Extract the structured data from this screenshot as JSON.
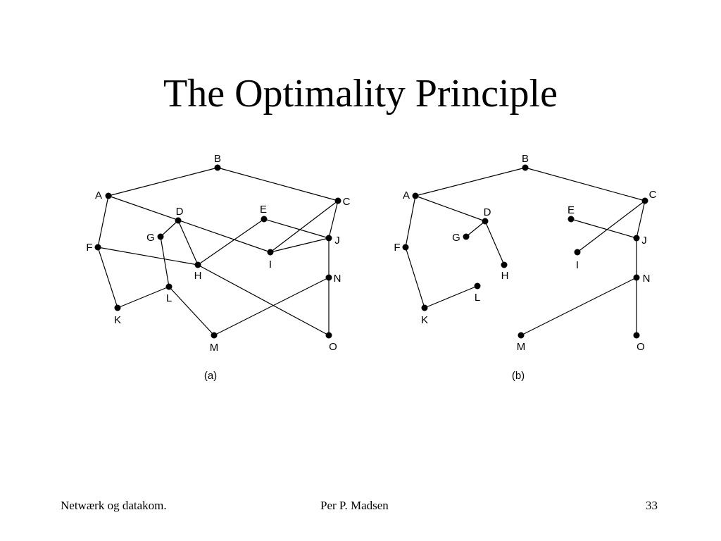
{
  "title": "The Optimality Principle",
  "footer": {
    "left": "Netwærk og datakom.",
    "center": "Per P. Madsen",
    "right": "33"
  },
  "colors": {
    "line": "#000000",
    "node": "#000000",
    "background": "#ffffff"
  },
  "figures": [
    {
      "id": "a",
      "caption": "(a)",
      "nodes": [
        "A",
        "B",
        "C",
        "D",
        "E",
        "F",
        "G",
        "H",
        "I",
        "J",
        "K",
        "L",
        "M",
        "N",
        "O"
      ],
      "edges": [
        [
          "A",
          "B"
        ],
        [
          "B",
          "C"
        ],
        [
          "A",
          "F"
        ],
        [
          "A",
          "I"
        ],
        [
          "D",
          "G"
        ],
        [
          "D",
          "H"
        ],
        [
          "F",
          "H"
        ],
        [
          "F",
          "K"
        ],
        [
          "G",
          "L"
        ],
        [
          "K",
          "L"
        ],
        [
          "L",
          "M"
        ],
        [
          "M",
          "N"
        ],
        [
          "H",
          "E"
        ],
        [
          "H",
          "O"
        ],
        [
          "E",
          "J"
        ],
        [
          "C",
          "J"
        ],
        [
          "C",
          "I"
        ],
        [
          "I",
          "J"
        ],
        [
          "J",
          "N"
        ],
        [
          "N",
          "O"
        ]
      ]
    },
    {
      "id": "b",
      "caption": "(b)",
      "nodes": [
        "A",
        "B",
        "C",
        "D",
        "E",
        "F",
        "G",
        "H",
        "I",
        "J",
        "K",
        "L",
        "M",
        "N",
        "O"
      ],
      "edges": [
        [
          "A",
          "B"
        ],
        [
          "B",
          "C"
        ],
        [
          "A",
          "D"
        ],
        [
          "A",
          "F"
        ],
        [
          "D",
          "G"
        ],
        [
          "D",
          "H"
        ],
        [
          "F",
          "K"
        ],
        [
          "K",
          "L"
        ],
        [
          "C",
          "J"
        ],
        [
          "C",
          "I"
        ],
        [
          "E",
          "J"
        ],
        [
          "J",
          "N"
        ],
        [
          "N",
          "M"
        ],
        [
          "N",
          "O"
        ]
      ]
    }
  ]
}
